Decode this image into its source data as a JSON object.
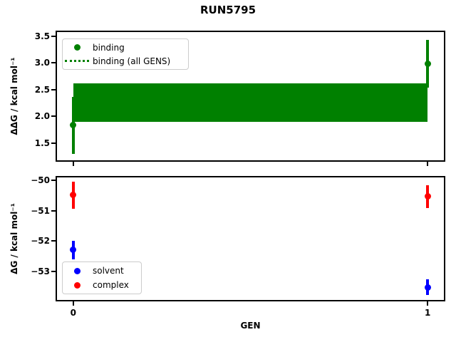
{
  "title": "RUN5795",
  "chart_data": [
    {
      "type": "scatter",
      "title": "",
      "ylabel": "ΔΔG / kcal mol⁻¹",
      "xlabel": "",
      "xlim": [
        -0.05,
        1.05
      ],
      "ylim": [
        1.15,
        3.6
      ],
      "grid": false,
      "xticks": [
        [
          0,
          ""
        ],
        [
          1,
          ""
        ]
      ],
      "yticks": [
        [
          1.5,
          "1.5"
        ],
        [
          2.0,
          "2.0"
        ],
        [
          2.5,
          "2.5"
        ],
        [
          3.0,
          "3.0"
        ],
        [
          3.5,
          "3.5"
        ]
      ],
      "series": [
        {
          "name": "binding",
          "color": "#008000",
          "marker": "circle",
          "points": [
            {
              "x": 0,
              "y": 1.83,
              "err": 0.53
            },
            {
              "x": 1,
              "y": 2.98,
              "err": 0.45
            }
          ]
        }
      ],
      "band": {
        "name": "binding (all GENS)",
        "color": "#008000",
        "style": "dotted",
        "x": [
          0,
          1
        ],
        "low": 1.9,
        "high": 2.62,
        "center": 2.26
      },
      "legend": {
        "position": "upper left",
        "entries": [
          {
            "label": "binding",
            "marker": "dot",
            "color": "#008000"
          },
          {
            "label": "binding (all GENS)",
            "marker": "dotted-line",
            "color": "#008000"
          }
        ]
      }
    },
    {
      "type": "scatter",
      "title": "",
      "ylabel": "ΔG / kcal mol⁻¹",
      "xlabel": "GEN",
      "xlim": [
        -0.05,
        1.05
      ],
      "ylim": [
        -54.0,
        -49.85
      ],
      "grid": false,
      "xticks": [
        [
          0,
          "0"
        ],
        [
          1,
          "1"
        ]
      ],
      "yticks": [
        [
          -50,
          "−50"
        ],
        [
          -51,
          "−51"
        ],
        [
          -52,
          "−52"
        ],
        [
          -53,
          "−53"
        ]
      ],
      "series": [
        {
          "name": "solvent",
          "color": "#0000ff",
          "marker": "circle",
          "points": [
            {
              "x": 0,
              "y": -52.3,
              "err": 0.3
            },
            {
              "x": 1,
              "y": -53.53,
              "err": 0.26
            }
          ]
        },
        {
          "name": "complex",
          "color": "#ff0000",
          "marker": "circle",
          "points": [
            {
              "x": 0,
              "y": -50.48,
              "err": 0.45
            },
            {
              "x": 1,
              "y": -50.53,
              "err": 0.38
            }
          ]
        }
      ],
      "legend": {
        "position": "lower left",
        "entries": [
          {
            "label": "solvent",
            "marker": "dot",
            "color": "#0000ff"
          },
          {
            "label": "complex",
            "marker": "dot",
            "color": "#ff0000"
          }
        ]
      }
    }
  ]
}
